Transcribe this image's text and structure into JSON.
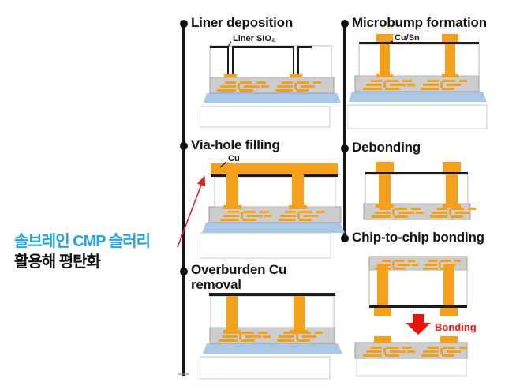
{
  "steps": {
    "liner": "Liner deposition",
    "microbump": "Microbump formation",
    "via": "Via-hole filling",
    "debonding": "Debonding",
    "overburden_line1": "Overburden Cu",
    "overburden_line2": "removal",
    "chip2chip": "Chip-to-chip bonding"
  },
  "materials": {
    "liner_sio2": "Liner SIO₂",
    "cu_sn": "Cu/Sn",
    "cu": "Cu",
    "bonding": "Bonding"
  },
  "annotation": {
    "line1": "솔브레인 CMP 슬러리",
    "line2": "활용해 평탄화"
  },
  "colors": {
    "copper_orange": "#f5a01b",
    "beol_gray": "#cdcdcd",
    "substrate_blue": "#a9c7e7",
    "diagram_black": "#1b1b1b",
    "arrow_red": "#e8140c",
    "annotation_blue": "#29a3dc"
  }
}
